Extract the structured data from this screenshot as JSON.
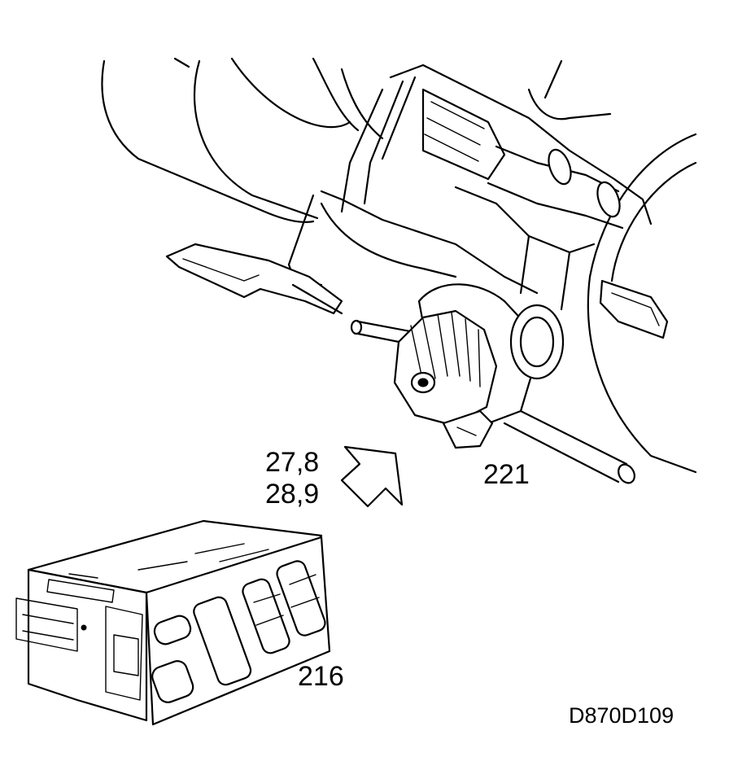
{
  "labels": {
    "ref_a": "27,8",
    "ref_b": "28,9",
    "actuator_part": "221",
    "control_panel_part": "216",
    "drawing_code": "D870D109"
  }
}
